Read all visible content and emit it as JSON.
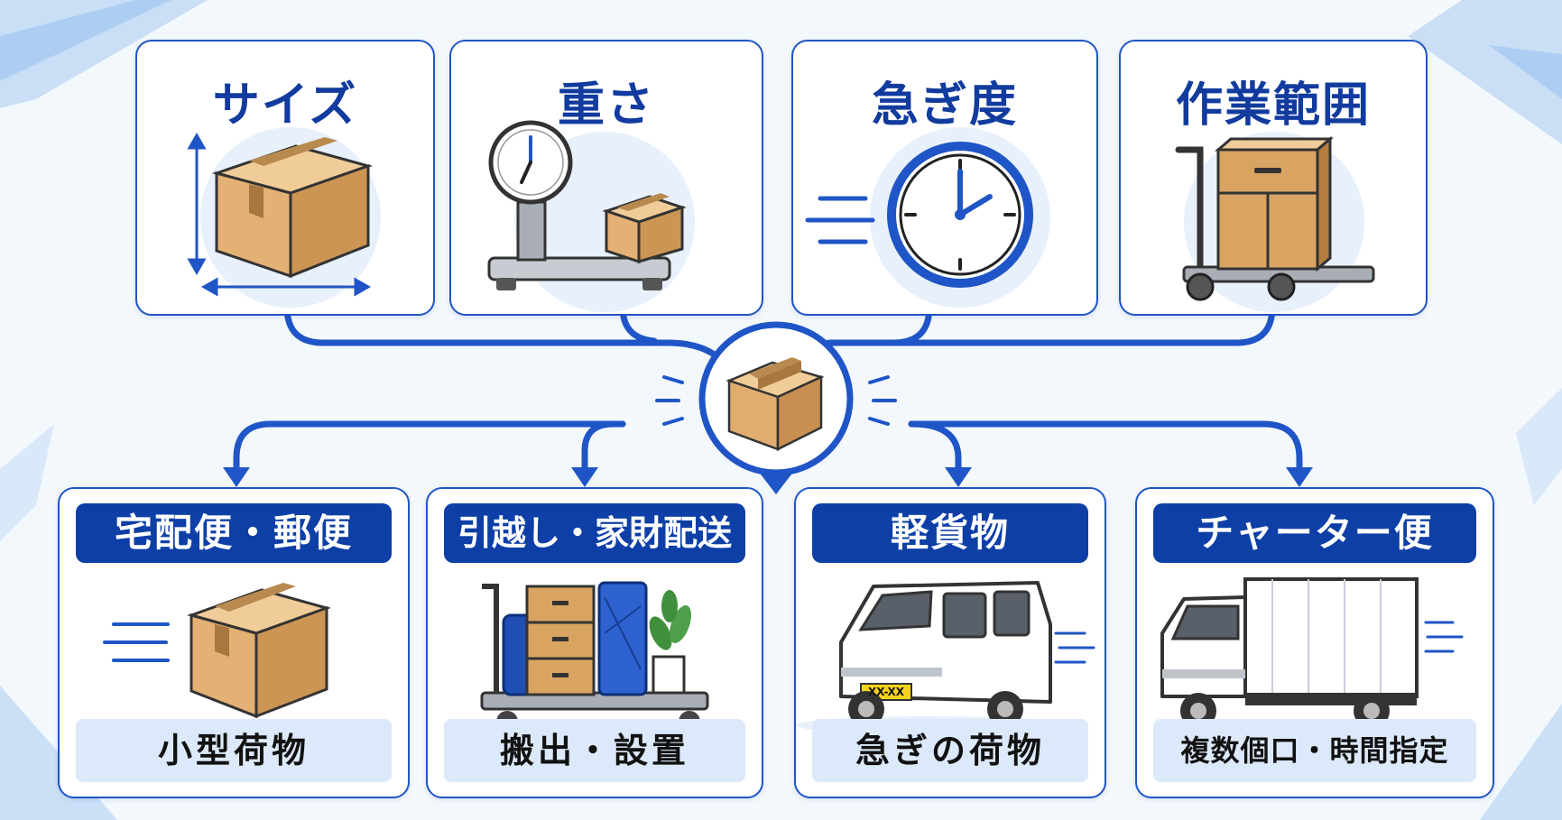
{
  "criteria": [
    {
      "title": "サイズ",
      "icon": "box-dimensions-icon"
    },
    {
      "title": "重さ",
      "icon": "scale-icon"
    },
    {
      "title": "急ぎ度",
      "icon": "clock-icon"
    },
    {
      "title": "作業範囲",
      "icon": "hand-truck-cabinet-icon"
    }
  ],
  "center": {
    "icon": "package-icon"
  },
  "services": [
    {
      "title": "宅配便・郵便",
      "footer": "小型荷物",
      "icon": "box-icon"
    },
    {
      "title": "引越し・家財配送",
      "footer": "搬出・設置",
      "icon": "furniture-cart-icon"
    },
    {
      "title": "軽貨物",
      "footer": "急ぎの荷物",
      "icon": "van-icon",
      "plate": "XX-XX"
    },
    {
      "title": "チャーター便",
      "footer": "複数個口・時間指定",
      "icon": "truck-icon"
    }
  ],
  "colors": {
    "primary": "#1f55c6",
    "banner": "#0d3fa6",
    "title": "#113b9e",
    "box": "#e5b77d",
    "footer_bg": "#dce9fa"
  }
}
